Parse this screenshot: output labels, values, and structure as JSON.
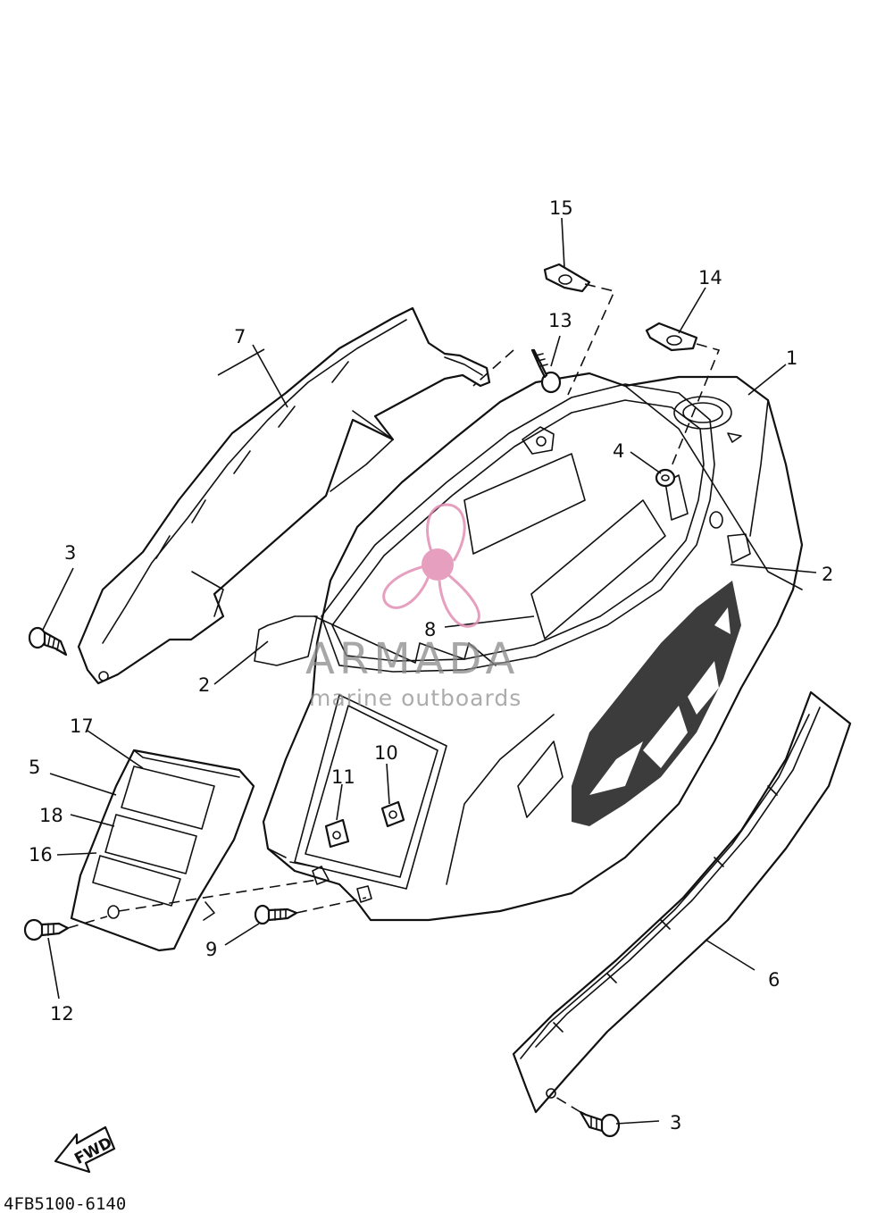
{
  "diagram": {
    "callouts": {
      "c1": "1",
      "c2a": "2",
      "c2b": "2",
      "c3a": "3",
      "c3b": "3",
      "c4": "4",
      "c5": "5",
      "c6": "6",
      "c7": "7",
      "c8": "8",
      "c9": "9",
      "c10": "10",
      "c11": "11",
      "c12": "12",
      "c13": "13",
      "c14": "14",
      "c15": "15",
      "c16": "16",
      "c17": "17",
      "c18": "18"
    },
    "direction_label": "FWD",
    "diagram_code": "4FB5100-6140"
  },
  "watermark": {
    "brand": "ARMADA",
    "tagline": "marine outboards",
    "logo_color": "#e38fb4"
  }
}
